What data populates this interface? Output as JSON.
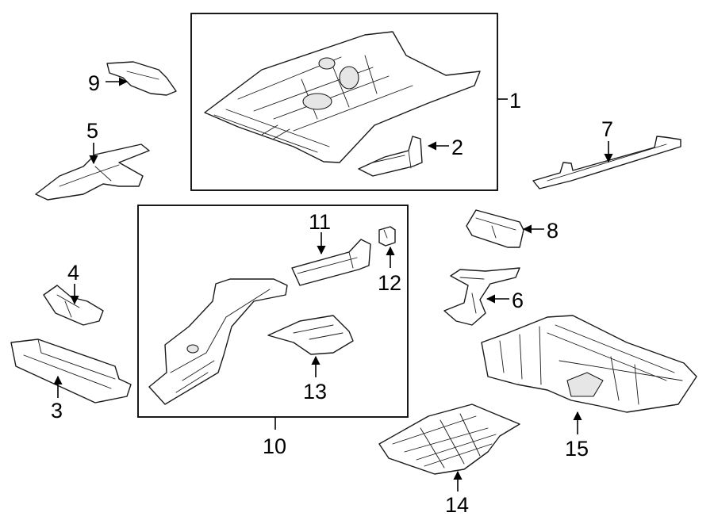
{
  "callouts": {
    "c1": "1",
    "c2": "2",
    "c3": "3",
    "c4": "4",
    "c5": "5",
    "c6": "6",
    "c7": "7",
    "c8": "8",
    "c9": "9",
    "c10": "10",
    "c11": "11",
    "c12": "12",
    "c13": "13",
    "c14": "14",
    "c15": "15"
  },
  "colors": {
    "line": "#1a1a1a",
    "background": "#ffffff",
    "shade": "#e6e6e6"
  }
}
